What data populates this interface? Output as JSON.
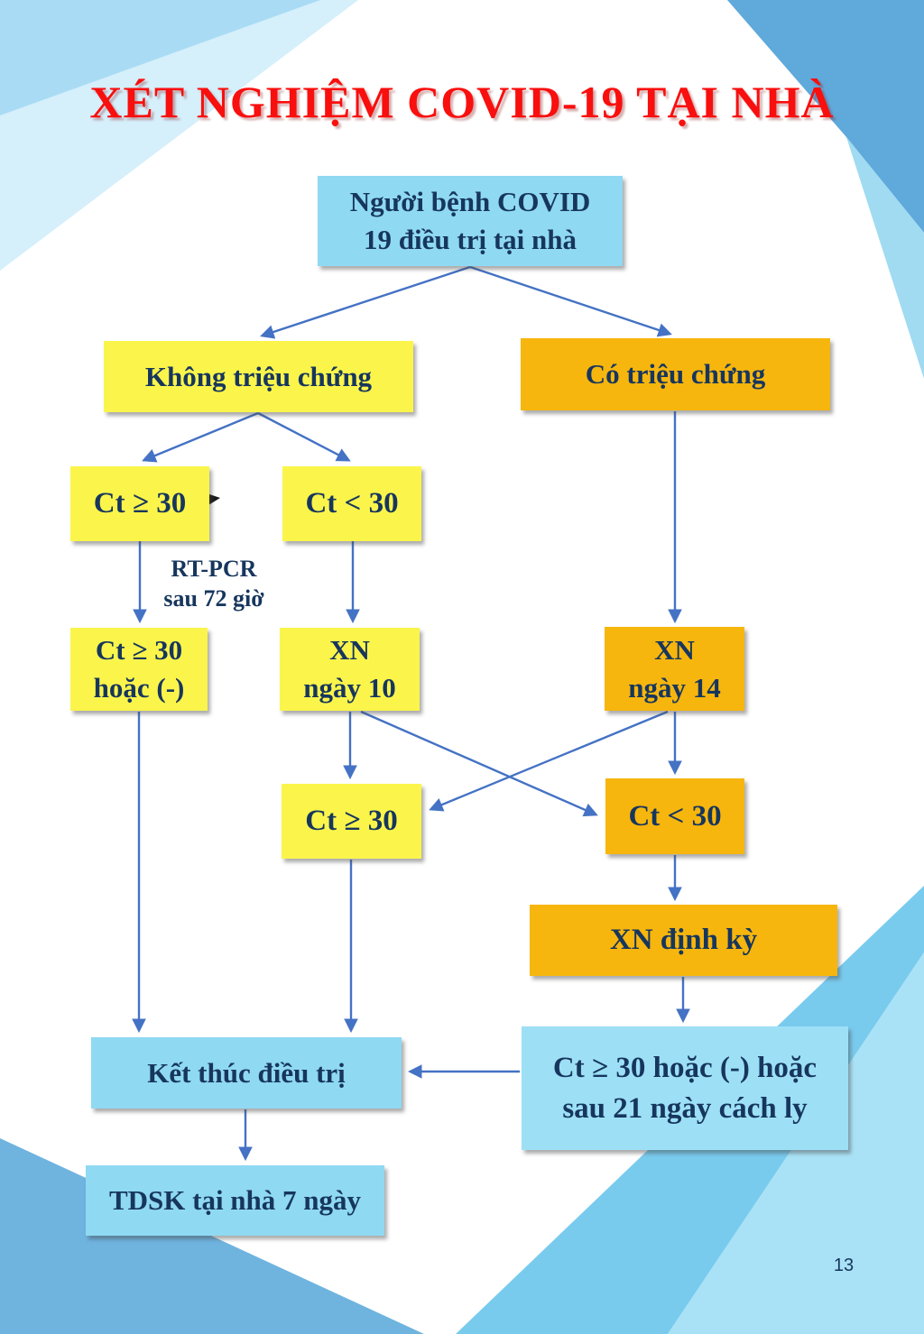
{
  "page": {
    "title": "XÉT NGHIỆM COVID-19 TẠI NHÀ",
    "page_number": "13"
  },
  "colors": {
    "red": "#F80F0E",
    "navy": "#17365D",
    "yellow": "#FBF54B",
    "orange": "#F7B60D",
    "lightblue": "#8FD9F3",
    "lightblue2": "#9DE0F6",
    "arrow": "#4472C4",
    "bg_tl_light": "#D5EFFB",
    "bg_tl_mid": "#A9DCF4",
    "bg_tr_mid": "#5FA9DB",
    "bg_tr_light": "#A0DBF2",
    "bg_bl": "#6FB3DF",
    "bg_br_mid": "#79CBEE",
    "bg_br_light": "#A9E2F6"
  },
  "nodes": {
    "patient": {
      "lines": [
        "Người bệnh COVID",
        "19 điều trị tại nhà"
      ]
    },
    "no_symptoms": {
      "label": "Không triệu chứng"
    },
    "symptoms": {
      "label": "Có triệu chứng"
    },
    "ct_ge30_1": {
      "label": "Ct ≥ 30"
    },
    "ct_lt30_1": {
      "label": "Ct < 30"
    },
    "rt_pcr_note": {
      "lines": [
        "RT-PCR",
        "sau 72 giờ"
      ]
    },
    "ct_ge30_or_neg": {
      "lines": [
        "Ct ≥ 30",
        "hoặc (-)"
      ]
    },
    "xn_day10": {
      "lines": [
        "XN",
        "ngày 10"
      ]
    },
    "xn_day14": {
      "lines": [
        "XN",
        "ngày 14"
      ]
    },
    "ct_ge30_2": {
      "label": "Ct ≥ 30"
    },
    "ct_lt30_2": {
      "label": "Ct < 30"
    },
    "xn_periodic": {
      "label": "XN định kỳ"
    },
    "ct_ge30_neg_21days": {
      "lines": [
        "Ct ≥ 30 hoặc (-) hoặc",
        "sau 21 ngày cách ly"
      ]
    },
    "end_treatment": {
      "label": "Kết thúc điều trị"
    },
    "tdsk": {
      "label": "TDSK tại nhà 7 ngày"
    }
  }
}
